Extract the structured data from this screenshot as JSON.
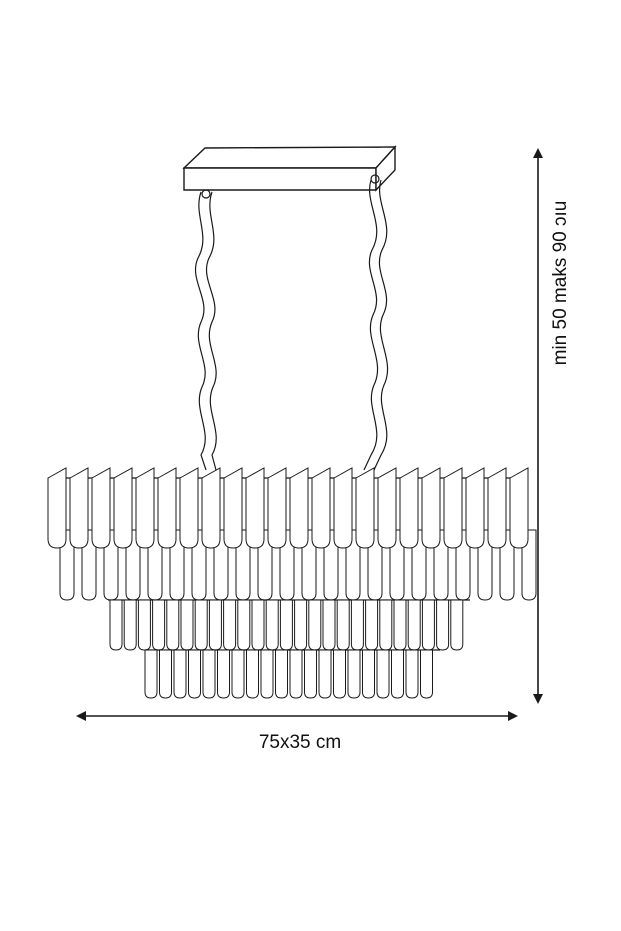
{
  "diagram": {
    "subject": "rectangular tiered crystal chandelier line drawing",
    "width_dimension": "75x35 cm",
    "height_dimension": "min 50 maks 90 ɔıu",
    "line_color": "#1a1a1a",
    "background": "#ffffff"
  }
}
